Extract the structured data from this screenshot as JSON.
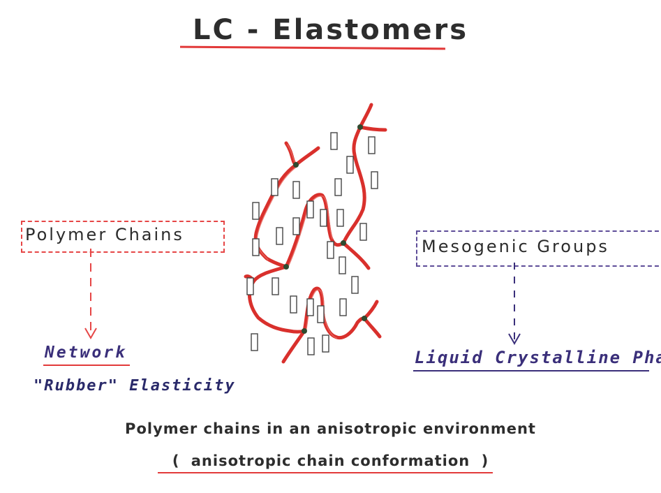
{
  "title": "LC - Elastomers",
  "left_box_label": "Polymer Chains",
  "right_box_label": "Mesogenic Groups",
  "network_label": "Network",
  "rubber_label": "\"Rubber\" Elasticity",
  "lc_phase_label": "Liquid Crystalline Phase",
  "caption_line1": "Polymer chains in an anisotropic environment",
  "caption_line2_open": "(",
  "caption_line2_text": "anisotropic chain conformation",
  "caption_line2_close": ")",
  "colors": {
    "chain_red": "#d9302c",
    "chain_red_light": "#e96a62",
    "mesogen_outline": "#444444",
    "crosslink_dot": "#2f4a2f",
    "red_accent": "#e23a3a",
    "blue_accent": "#3a2f7a"
  }
}
